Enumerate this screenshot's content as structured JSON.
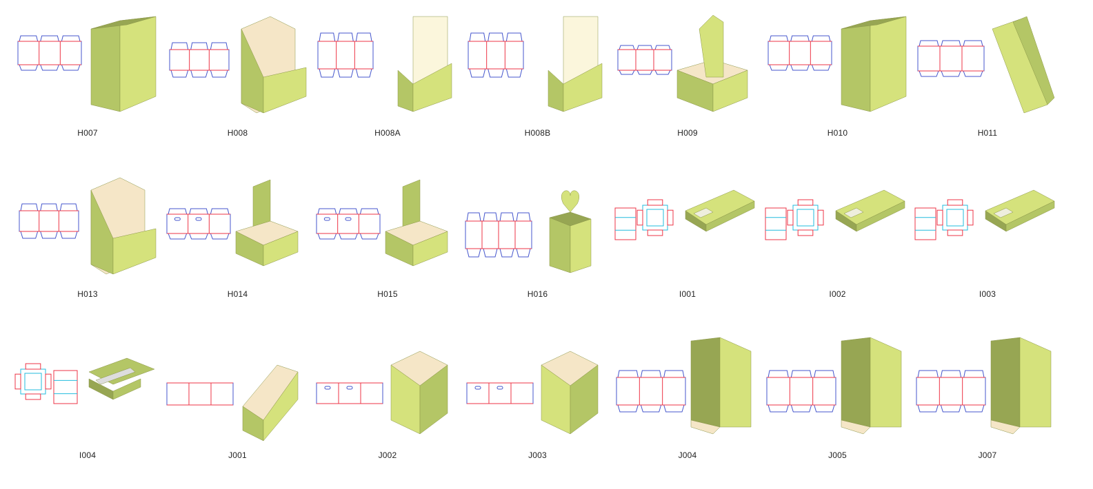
{
  "colors": {
    "die_cut": "#ee3344",
    "crease": "#4455cc",
    "inner_fold": "#22bbdd",
    "box_light": "#d5e27c",
    "box_mid": "#b4c666",
    "box_dark": "#97a653",
    "inside_paper": "#f5e6c7",
    "inside_cream": "#fbf6dc"
  },
  "items": [
    {
      "code": "H007",
      "style": "tall_box"
    },
    {
      "code": "H008",
      "style": "slant_holder"
    },
    {
      "code": "H008A",
      "style": "display"
    },
    {
      "code": "H008B",
      "style": "display"
    },
    {
      "code": "H009",
      "style": "carrier"
    },
    {
      "code": "H010",
      "style": "tall_box"
    },
    {
      "code": "H011",
      "style": "tall_open"
    },
    {
      "code": "H013",
      "style": "slant_holder"
    },
    {
      "code": "H014",
      "style": "handle_box"
    },
    {
      "code": "H015",
      "style": "handle_box"
    },
    {
      "code": "H016",
      "style": "heart_box"
    },
    {
      "code": "I001",
      "style": "tray_flat"
    },
    {
      "code": "I002",
      "style": "tray_flat"
    },
    {
      "code": "I003",
      "style": "tray_flat"
    },
    {
      "code": "I004",
      "style": "tray_open"
    },
    {
      "code": "J001",
      "style": "leaning_box"
    },
    {
      "code": "J002",
      "style": "open_box"
    },
    {
      "code": "J003",
      "style": "open_box"
    },
    {
      "code": "J004",
      "style": "tall_sleeve"
    },
    {
      "code": "J005",
      "style": "tall_sleeve"
    },
    {
      "code": "J007",
      "style": "tall_sleeve"
    }
  ]
}
